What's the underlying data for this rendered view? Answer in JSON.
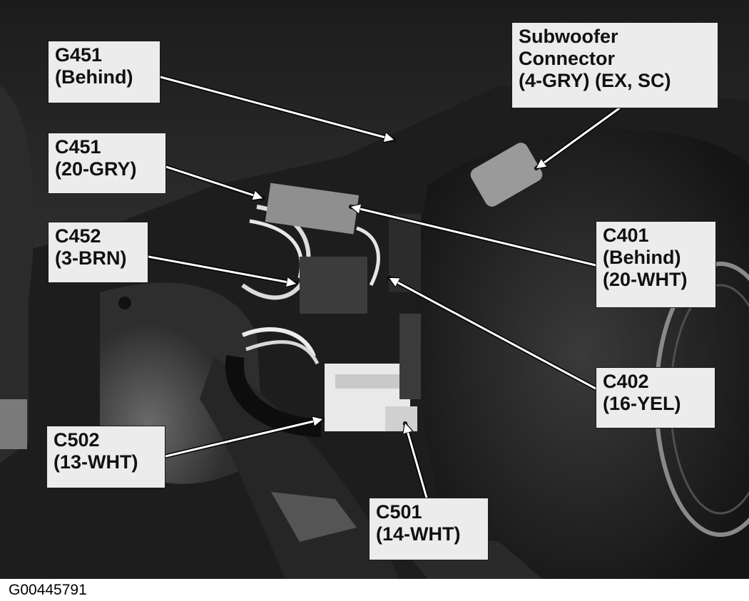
{
  "figure": {
    "id_label": "G00445791",
    "photo_description_icon": "dashboard-wiring-photo",
    "colors": {
      "label_bg": "#ececec",
      "arrow": "#ffffff",
      "border": "#1a1a1a"
    }
  },
  "callouts": [
    {
      "key": "g451",
      "lines": [
        "G451",
        "(Behind)"
      ]
    },
    {
      "key": "c451",
      "lines": [
        "C451",
        "(20-GRY)"
      ]
    },
    {
      "key": "c452",
      "lines": [
        "C452",
        "(3-BRN)"
      ]
    },
    {
      "key": "c502",
      "lines": [
        "C502",
        "(13-WHT)"
      ]
    },
    {
      "key": "c501",
      "lines": [
        "C501",
        "(14-WHT)"
      ]
    },
    {
      "key": "subwoofer",
      "lines": [
        "Subwoofer",
        "Connector",
        "(4-GRY) (EX, SC)"
      ]
    },
    {
      "key": "c401",
      "lines": [
        "C401",
        "(Behind)",
        "(20-WHT)"
      ]
    },
    {
      "key": "c402",
      "lines": [
        "C402",
        "(16-YEL)"
      ]
    }
  ]
}
